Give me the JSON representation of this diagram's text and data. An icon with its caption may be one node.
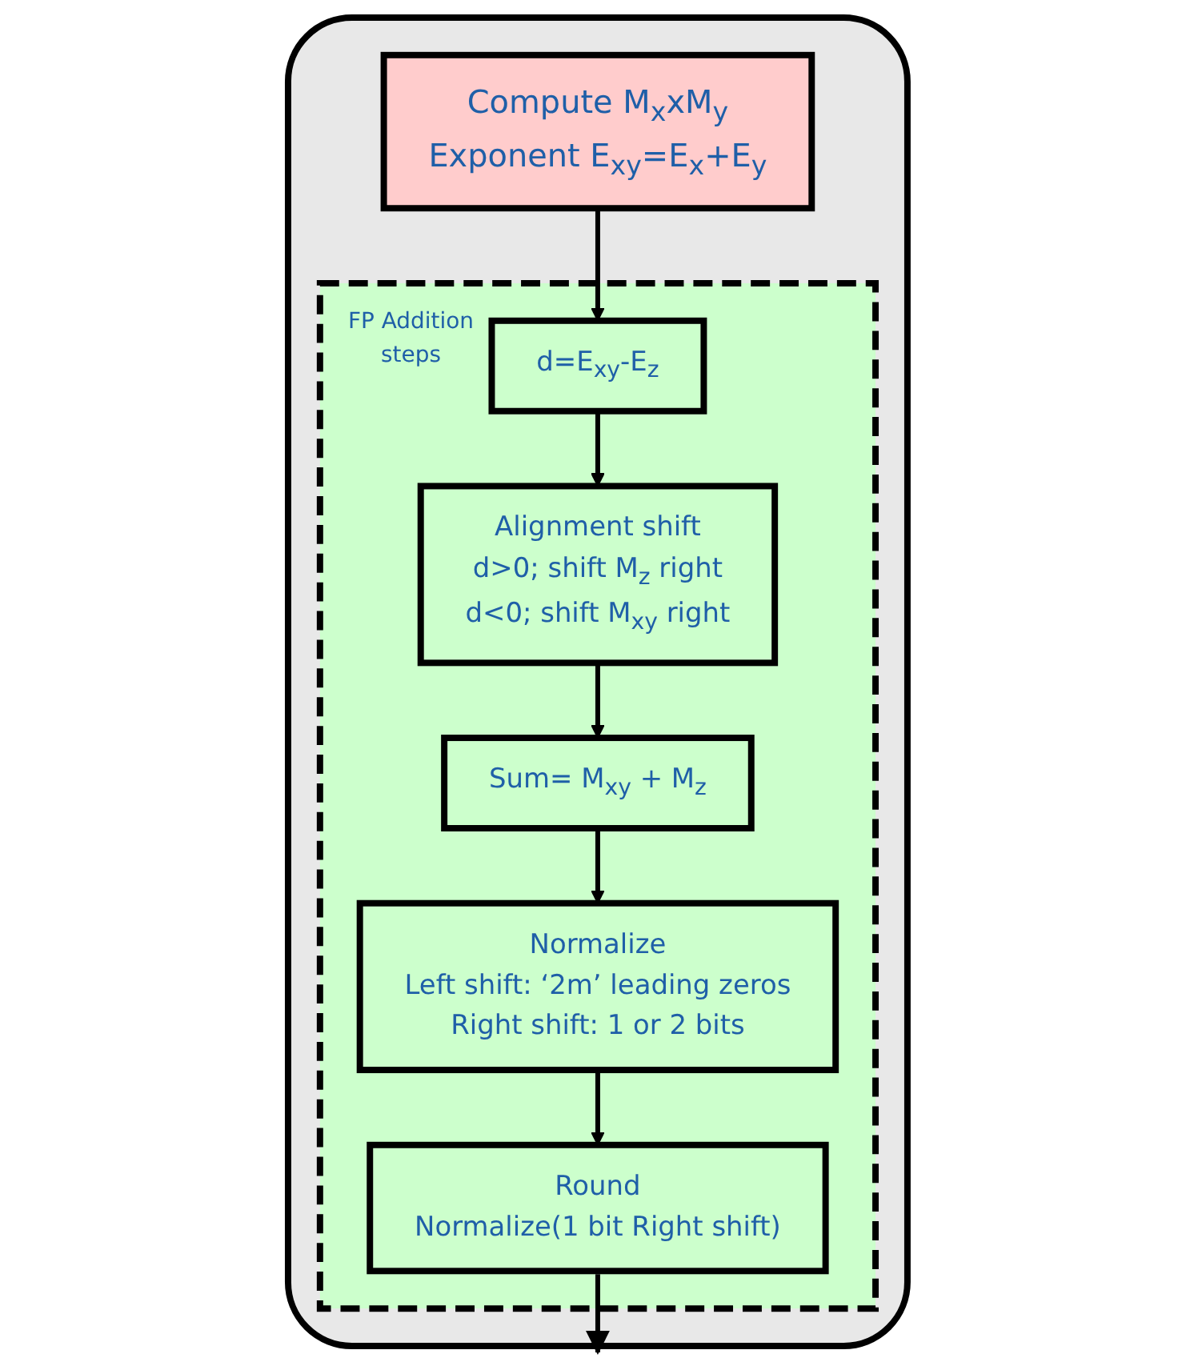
{
  "diagram": {
    "nodes": [
      {
        "text": [],
        "shape": "box"
      },
      {
        "text": [
          "Compute M$_{x}$xM$_{y}$",
          "Exponent E$_{xy}$=E$_{x}$+E$_{y}$"
        ],
        "in": 0
      },
      {
        "text": [
          "FP Addition steps"
        ],
        "in": 0
      },
      {
        "text": [
          "d=E$_{xy}$-E$_{z}$"
        ],
        "in": 2
      },
      {
        "text": [
          "Alignment shift",
          "d>0; shift M$_{z}$ right",
          "d<0; shift M$_{xy}$ right"
        ],
        "in": 2
      },
      {
        "text": [
          "Sum= M$_{xy}$ + M$_{z}$"
        ],
        "in": 2
      },
      {
        "text": [
          "Normalize",
          "Left shift: ‘2m’ leading zeros",
          "Right shift: 1 or 2 bits"
        ],
        "in": 2
      },
      {
        "text": [
          "Round",
          "Normalize(1 bit Right shift)"
        ],
        "in": 2
      }
    ],
    "edges": [
      {
        "from": 1,
        "to": 3,
        "arrow": "to"
      },
      {
        "from": 3,
        "to": 4,
        "arrow": "to"
      },
      {
        "from": 4,
        "to": 5,
        "arrow": "to"
      },
      {
        "from": 5,
        "to": 6,
        "arrow": "to"
      },
      {
        "from": 6,
        "to": 7,
        "arrow": "to"
      },
      {
        "from": 7,
        "to": null,
        "arrow": "to"
      }
    ]
  }
}
